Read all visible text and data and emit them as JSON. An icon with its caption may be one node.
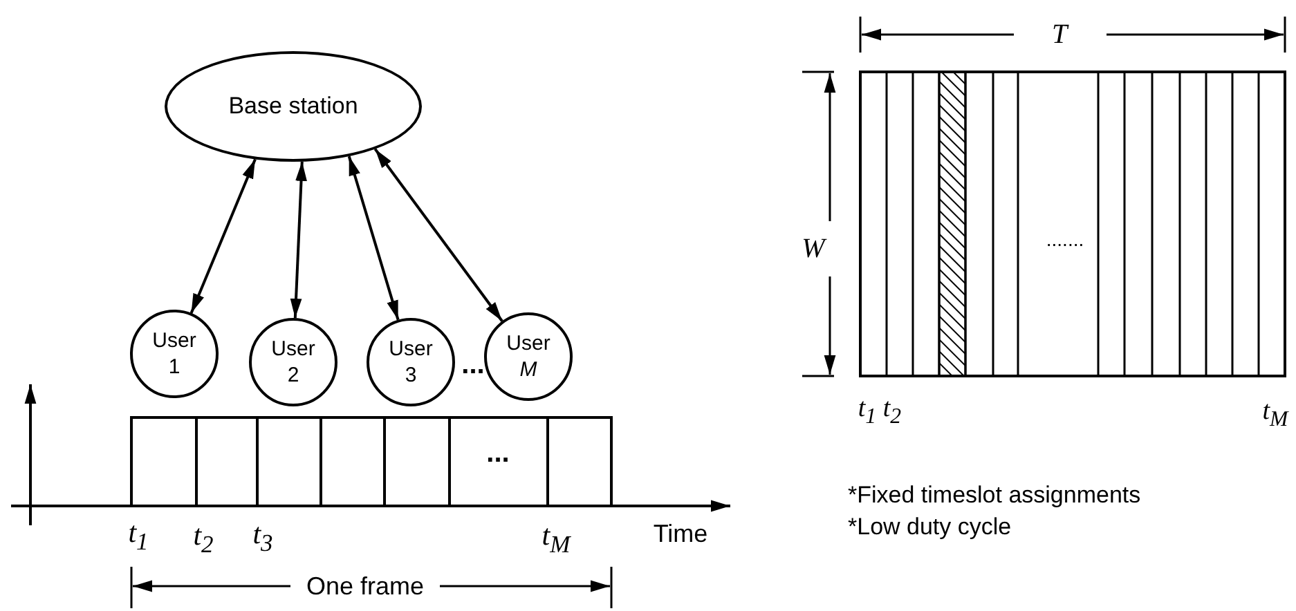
{
  "diagram": {
    "nodes": [
      {
        "text": [
          "Base station"
        ]
      },
      {
        "text": [
          "User 1"
        ]
      },
      {
        "text": [
          "User 2"
        ]
      },
      {
        "text": [
          "User 3"
        ]
      },
      {
        "text": [
          "User *M*"
        ]
      }
    ],
    "edges": [
      {
        "from": 0,
        "to": 1,
        "arrow": "both"
      },
      {
        "from": 0,
        "to": 2,
        "arrow": "both"
      },
      {
        "from": 0,
        "to": 3,
        "arrow": "both"
      },
      {
        "from": 0,
        "to": 4,
        "arrow": "both"
      }
    ],
    "labels": [
      "*T*",
      "*W*",
      "...",
      ".......",
      "...",
      "*t*$_{1}$",
      "*t*$_{2}$",
      "*t*$_{3}$",
      "*t*$_{M}$",
      "Time",
      "*t*$_{1}$",
      "*t*$_{2}$",
      "*t*$_{M}$",
      "One frame",
      "*Fixed timeslot assignments",
      "*Low duty cycle"
    ]
  }
}
